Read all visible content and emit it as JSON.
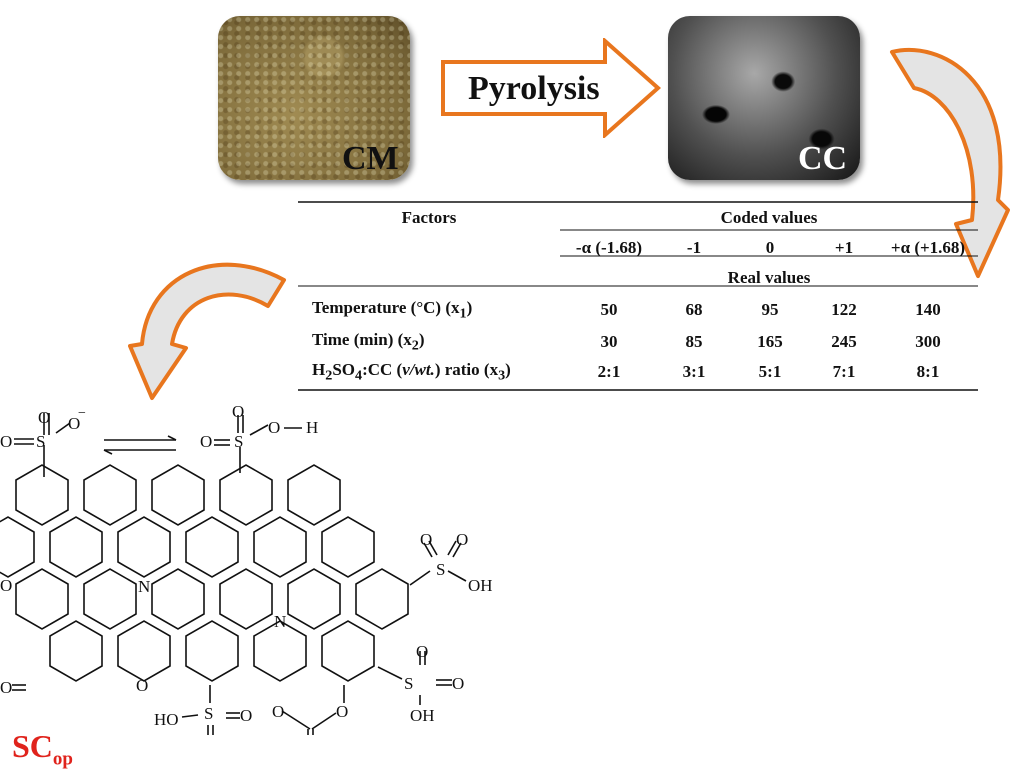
{
  "top_row": {
    "raw_material_label": "CM",
    "process_label": "Pyrolysis",
    "carbon_label": "CC"
  },
  "colors": {
    "arrow_orange": "#e8761e",
    "arrow_fill": "#e4e4e4",
    "product_label_red": "#e0231c"
  },
  "table": {
    "factors_header": "Factors",
    "coded_header": "Coded values",
    "real_header": "Real values",
    "coded_levels": [
      "-α (-1.68)",
      "-1",
      "0",
      "+1",
      "+α (+1.68)"
    ],
    "rows": [
      {
        "factor": "Temperature (°C) (x",
        "var_sub": "1",
        "suffix": ")",
        "values": [
          "50",
          "68",
          "95",
          "122",
          "140"
        ]
      },
      {
        "factor": "Time (min) (x",
        "var_sub": "2",
        "suffix": ")",
        "values": [
          "30",
          "85",
          "165",
          "245",
          "300"
        ]
      }
    ],
    "ratio_row": {
      "p1": "H",
      "s1": "2",
      "p2": "SO",
      "s2": "4",
      "p3": ":CC (",
      "italic": "v/wt.",
      "p4": ") ratio (x",
      "s3": "3",
      "p5": ")",
      "values": [
        "2:1",
        "3:1",
        "5:1",
        "7:1",
        "8:1"
      ]
    }
  },
  "structure": {
    "atoms": {
      "S": "S",
      "O": "O",
      "O_minus": "O",
      "minus": "−",
      "H": "H",
      "OH": "OH",
      "HO": "HO",
      "N": "N"
    }
  },
  "product_label": {
    "main": "SC",
    "sub": "op"
  }
}
